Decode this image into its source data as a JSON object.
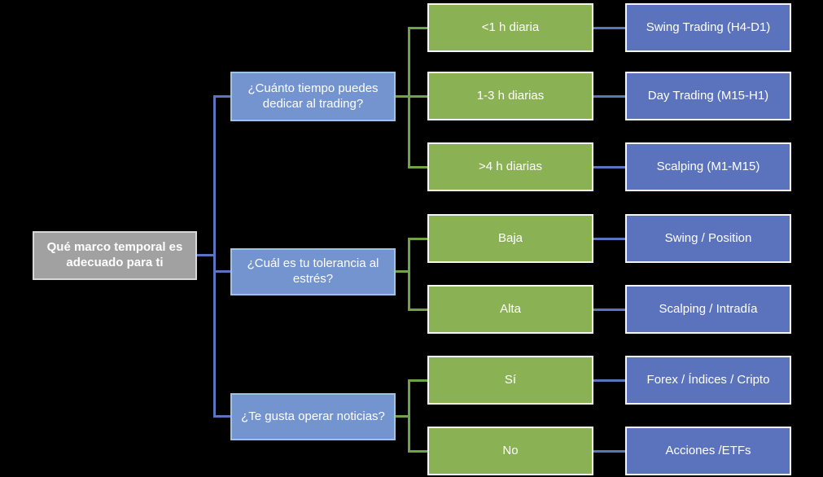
{
  "background": "#000000",
  "palette": {
    "root_fill": "#A1A1A1",
    "root_border": "#D8D8D8",
    "question_fill": "#7494D0",
    "question_border": "#9DC3E6",
    "answer_fill": "#8BB155",
    "answer_border": "#F5F5F5",
    "result_fill": "#5B73BC",
    "result_border": "#F5F5F5",
    "blue_connector": "#5A74C0",
    "green_connector": "#6FA445",
    "text_color": "#FFFFFF"
  },
  "root": {
    "label": "Qué marco temporal es adecuado para ti"
  },
  "branches": [
    {
      "question": "¿Cuánto tiempo puedes dedicar al trading?",
      "options": [
        {
          "answer": "<1 h diaria",
          "result": "Swing Trading (H4-D1)"
        },
        {
          "answer": "1-3 h diarias",
          "result": "Day Trading (M15-H1)"
        },
        {
          "answer": ">4 h diarias",
          "result": "Scalping (M1-M15)"
        }
      ]
    },
    {
      "question": "¿Cuál es tu tolerancia al estrés?",
      "options": [
        {
          "answer": "Baja",
          "result": "Swing / Position"
        },
        {
          "answer": "Alta",
          "result": "Scalping / Intradía"
        }
      ]
    },
    {
      "question": "¿Te gusta operar noticias?",
      "options": [
        {
          "answer": "Sí",
          "result": "Forex / Índices / Cripto"
        },
        {
          "answer": "No",
          "result": "Acciones /ETFs"
        }
      ]
    }
  ]
}
